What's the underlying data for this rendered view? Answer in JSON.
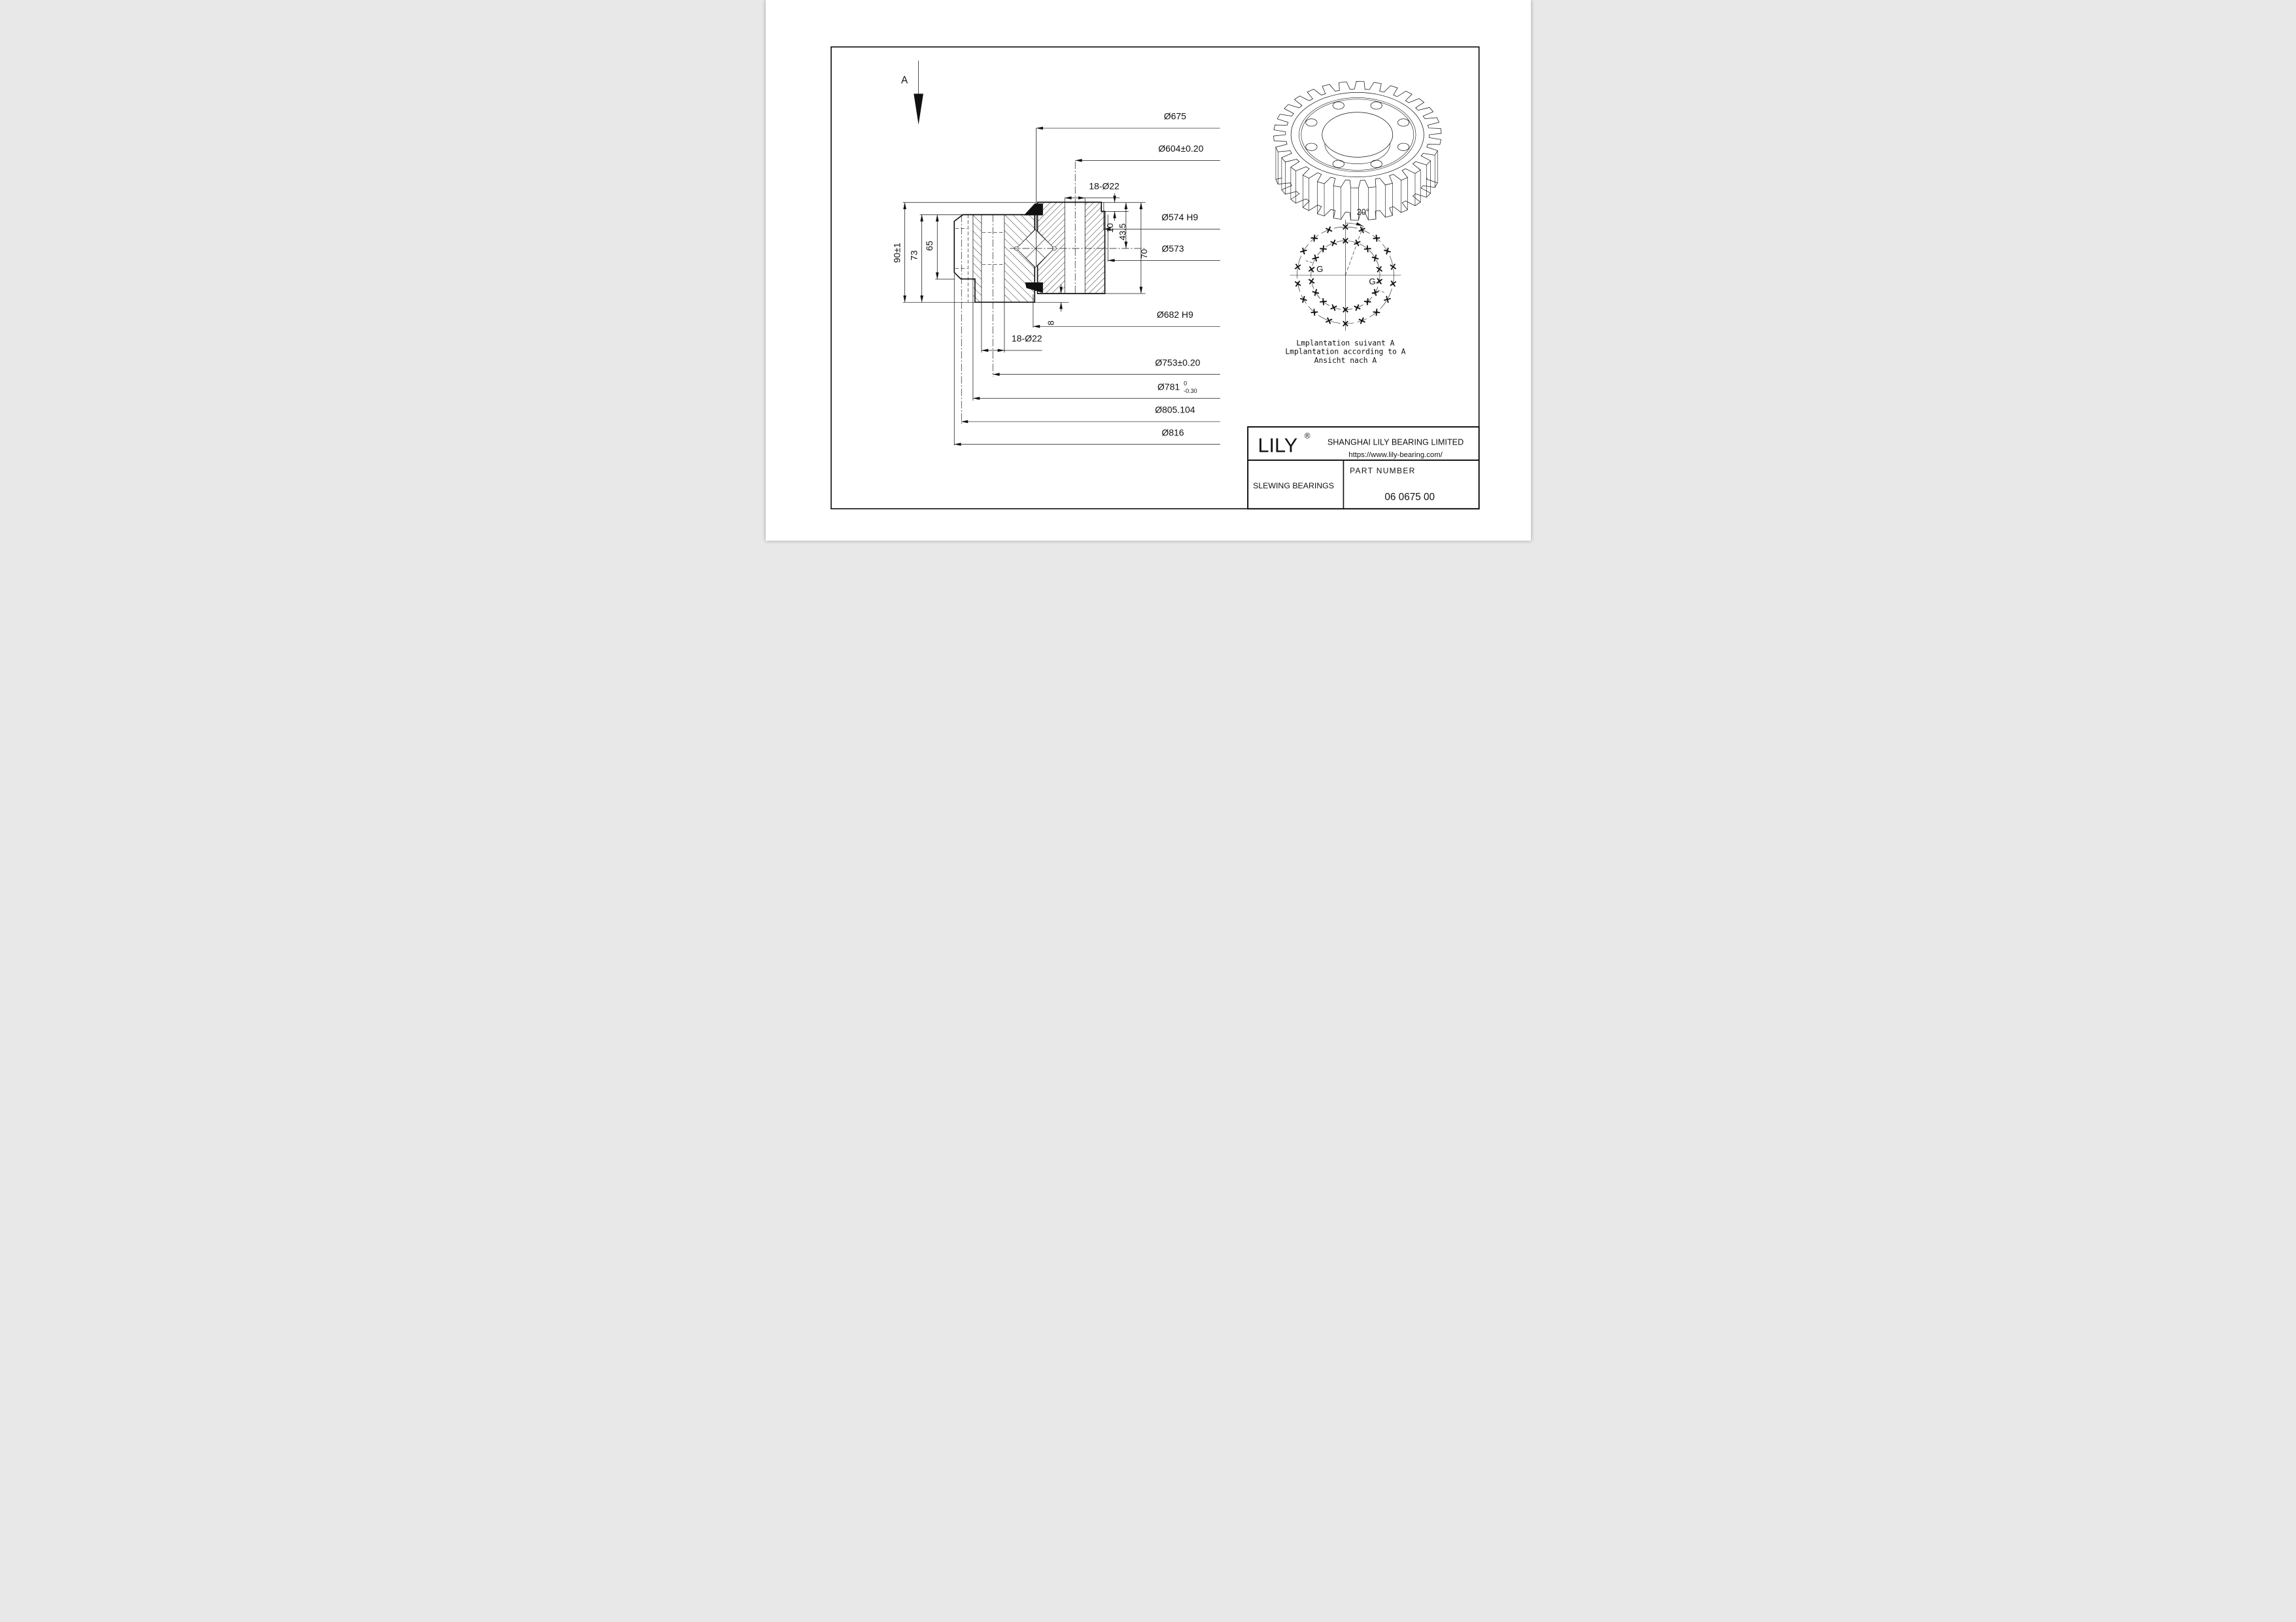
{
  "view_label": "A",
  "dims_top": [
    {
      "label": "Ø675"
    },
    {
      "label": "Ø604±0.20"
    },
    {
      "label": "18-Ø22"
    },
    {
      "label": "Ø574 H9"
    },
    {
      "label": "Ø573"
    }
  ],
  "dims_bottom": [
    {
      "label": "Ø682 H9"
    },
    {
      "label": "18-Ø22"
    },
    {
      "label": "Ø753±0.20"
    },
    {
      "label": "Ø781",
      "tol_upper": "0",
      "tol_lower": "-0.30"
    },
    {
      "label": "Ø805.104"
    },
    {
      "label": "Ø816"
    }
  ],
  "dims_left": [
    {
      "label": "90±1"
    },
    {
      "label": "73"
    },
    {
      "label": "65"
    }
  ],
  "dims_right": [
    {
      "label": "10"
    },
    {
      "label": "43.5"
    },
    {
      "label": "70"
    },
    {
      "label": "8"
    }
  ],
  "bolt_view": {
    "angle_label": "20°",
    "g_labels": [
      "G",
      "G"
    ],
    "captions": [
      "Lmplantation suivant A",
      "Lmplantation according to A",
      "Ansicht nach A"
    ]
  },
  "title_block": {
    "brand": "LILY",
    "registered": "®",
    "company": "SHANGHAI LILY BEARING LIMITED",
    "website": "https://www.lily-bearing.com/",
    "product_type": "SLEWING BEARINGS",
    "part_number_label": "PART NUMBER",
    "part_number": "06 0675 00"
  }
}
